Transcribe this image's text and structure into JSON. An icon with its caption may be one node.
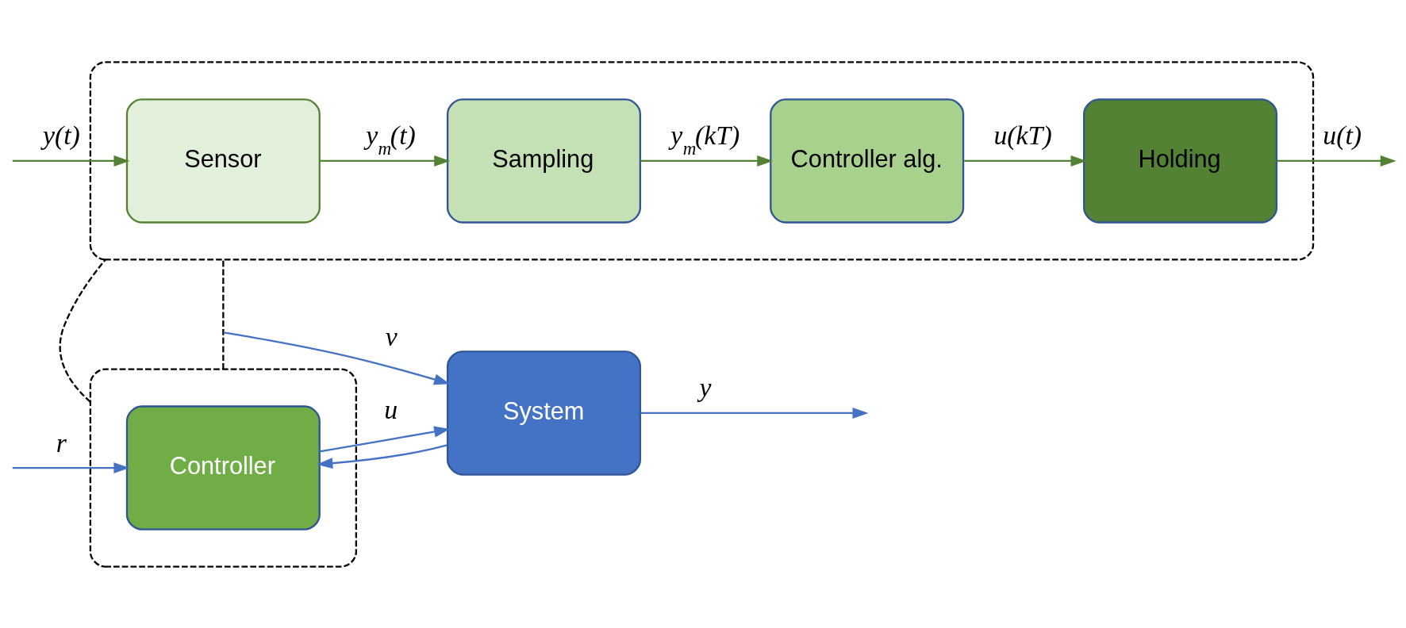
{
  "diagram": {
    "nodes": [
      {
        "text": [],
        "shape": "box"
      },
      {
        "text": [
          "Controller"
        ],
        "in": 0
      },
      {
        "text": [
          "System"
        ]
      },
      {
        "text": [],
        "shape": "box"
      },
      {
        "text": [
          "Sensor"
        ],
        "in": 3
      },
      {
        "text": [
          "Sampling"
        ],
        "in": 3
      },
      {
        "text": [
          "Controller alg."
        ],
        "in": 3
      },
      {
        "text": [
          "Holding"
        ],
        "in": 3
      }
    ],
    "edges": [
      {
        "from": null,
        "to": 1,
        "arrow": "to",
        "label": "r",
        "color": "#4472c4"
      },
      {
        "from": 1,
        "to": 2,
        "arrow": "to",
        "label": "u",
        "color": "#4472c4"
      },
      {
        "from": null,
        "to": 2,
        "arrow": "to",
        "label": "v",
        "color": "#4472c4"
      },
      {
        "from": 2,
        "to": null,
        "arrow": "to",
        "label": "y",
        "color": "#4472c4"
      },
      {
        "from": 2,
        "to": 1,
        "arrow": "to",
        "color": "#4472c4"
      },
      {
        "from": 0,
        "to": 3,
        "arrow": "none",
        "style": "dashed",
        "color": "#000000"
      },
      {
        "from": 0,
        "to": 3,
        "arrow": "none",
        "style": "dashed",
        "color": "#000000"
      },
      {
        "from": null,
        "to": 4,
        "arrow": "to",
        "label": "y(t)",
        "color": "#548235"
      },
      {
        "from": 4,
        "to": 5,
        "arrow": "to",
        "label": "y$_{m}$(t)",
        "color": "#548235"
      },
      {
        "from": 5,
        "to": 6,
        "arrow": "to",
        "label": "y$_{m}$(kT)",
        "color": "#548235"
      },
      {
        "from": 6,
        "to": 7,
        "arrow": "to",
        "label": "u(kT)",
        "color": "#548235"
      },
      {
        "from": 7,
        "to": null,
        "arrow": "to",
        "label": "u(t)",
        "color": "#548235"
      }
    ]
  }
}
